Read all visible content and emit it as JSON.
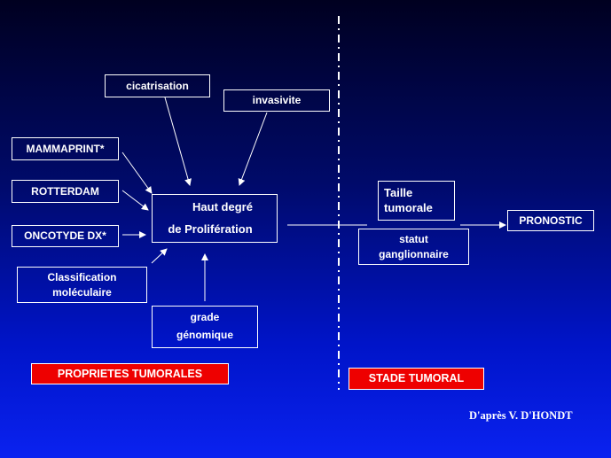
{
  "boxes": {
    "cicatrisation": "cicatrisation",
    "invasivite": "invasivite",
    "mammaprint": "MAMMAPRINT*",
    "rotterdam": "ROTTERDAM",
    "oncotype": "ONCOTYDE DX*",
    "classification_line1": "Classification",
    "classification_line2": "moléculaire",
    "center_line1": "Haut degré",
    "center_line2": "de Prolifération",
    "grade_line1": "grade",
    "grade_line2": "génomique",
    "taille_line1": "Taille",
    "taille_line2": "tumorale",
    "statut_line1": "statut",
    "statut_line2": "ganglionnaire",
    "pronostic": "PRONOSTIC"
  },
  "labels": {
    "proprietes": "PROPRIETES TUMORALES",
    "stade": "STADE TUMORAL"
  },
  "credit": "D'après V. D'HONDT",
  "colors": {
    "accent_red": "#ee0000",
    "border": "#ffffff"
  }
}
